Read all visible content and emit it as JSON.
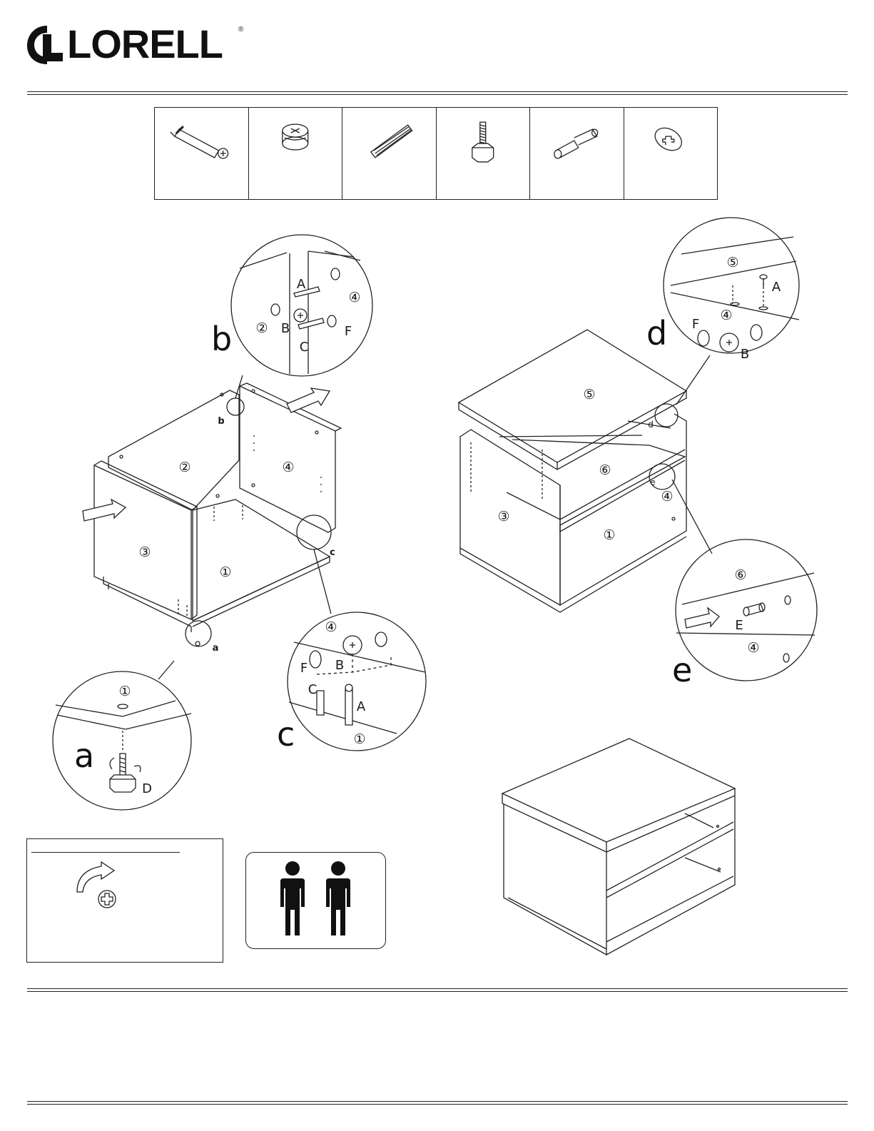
{
  "brand": {
    "name": "LORELL",
    "registered": "®"
  },
  "hardware": [
    {
      "icon": "cam-bolt-icon"
    },
    {
      "icon": "cam-lock-icon"
    },
    {
      "icon": "wood-dowel-icon"
    },
    {
      "icon": "leveler-foot-icon"
    },
    {
      "icon": "shelf-pin-icon"
    },
    {
      "icon": "cover-cap-icon"
    }
  ],
  "steps": {
    "a": "a",
    "b": "b",
    "c": "c",
    "d": "d",
    "e": "e"
  },
  "panels": {
    "p1": "①",
    "p2": "②",
    "p3": "③",
    "p4": "④",
    "p5": "⑤",
    "p6": "⑥"
  },
  "parts_letters": {
    "A": "A",
    "B": "B",
    "C": "C",
    "D": "D",
    "E": "E",
    "F": "F"
  },
  "icons": {
    "tighten": "clockwise-screwdriver-icon",
    "people": "two-person-assembly-icon"
  }
}
